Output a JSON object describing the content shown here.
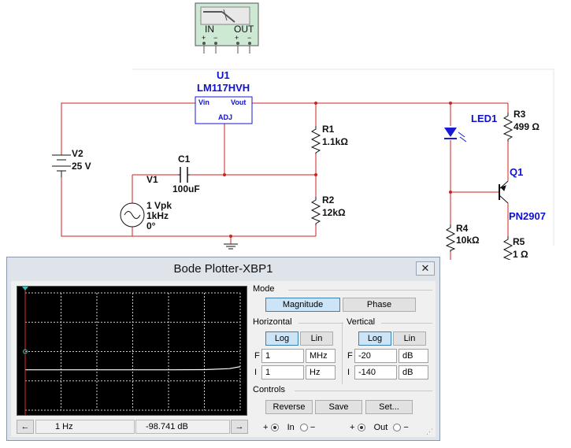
{
  "schematic": {
    "xbp_pins": {
      "in": "IN",
      "out": "OUT",
      "plus": "+",
      "minus": "−"
    },
    "u1": {
      "ref": "U1",
      "part": "LM117HVH",
      "vin": "Vin",
      "vout": "Vout",
      "adj": "ADJ"
    },
    "v2": {
      "ref": "V2",
      "value": "25 V"
    },
    "c1": {
      "ref": "C1",
      "value": "100uF"
    },
    "v1": {
      "ref": "V1",
      "line1": "1 Vpk",
      "line2": "1kHz",
      "line3": "0°"
    },
    "r1": {
      "ref": "R1",
      "value": "1.1kΩ"
    },
    "r2": {
      "ref": "R2",
      "value": "12kΩ"
    },
    "led1": {
      "ref": "LED1"
    },
    "r3": {
      "ref": "R3",
      "value": "499 Ω"
    },
    "q1": {
      "ref": "Q1",
      "part": "PN2907"
    },
    "r4": {
      "ref": "R4",
      "value": "10kΩ"
    },
    "r5": {
      "ref": "R5",
      "value": "1 Ω"
    },
    "colors": {
      "wire": "#cc2222",
      "part": "#1a1ad0",
      "text": "#111111"
    }
  },
  "bode": {
    "title": "Bode Plotter-XBP1",
    "close_label": "✕",
    "mode": {
      "label": "Mode",
      "magnitude": "Magnitude",
      "phase": "Phase",
      "selected": "Magnitude"
    },
    "horizontal": {
      "label": "Horizontal",
      "log": "Log",
      "lin": "Lin",
      "selected": "Log",
      "f_letter": "F",
      "f_value": "1",
      "f_unit": "MHz",
      "i_letter": "I",
      "i_value": "1",
      "i_unit": "Hz"
    },
    "vertical": {
      "label": "Vertical",
      "log": "Log",
      "lin": "Lin",
      "selected": "Log",
      "f_letter": "F",
      "f_value": "-20",
      "f_unit": "dB",
      "i_letter": "I",
      "i_value": "-140",
      "i_unit": "dB"
    },
    "controls": {
      "label": "Controls",
      "reverse": "Reverse",
      "save": "Save",
      "set": "Set..."
    },
    "status": {
      "left_arrow": "←",
      "right_arrow": "→",
      "frequency": "1 Hz",
      "magnitude": "-98.741 dB"
    },
    "terminals": {
      "plus": "+",
      "minus": "−",
      "in": "In",
      "out": "Out"
    },
    "plot_colors": {
      "background": "#000000",
      "grid": "#cfcfcf",
      "cursor": "#d83030",
      "trace": "#ffffff"
    },
    "chart_data": {
      "type": "line",
      "x_scale": "log",
      "x_range": [
        "1 Hz",
        "1 MHz"
      ],
      "y_range": [
        -140,
        -20
      ],
      "y_unit": "dB",
      "cursor_readout": {
        "x": "1 Hz",
        "y": "-98.741 dB"
      },
      "series": [
        {
          "x": [
            1,
            10,
            100,
            1000,
            10000,
            100000,
            500000,
            1000000
          ],
          "y": [
            -98.7,
            -98.7,
            -98.7,
            -98.7,
            -98.7,
            -98.5,
            -97.5,
            -95.5
          ]
        }
      ]
    }
  }
}
